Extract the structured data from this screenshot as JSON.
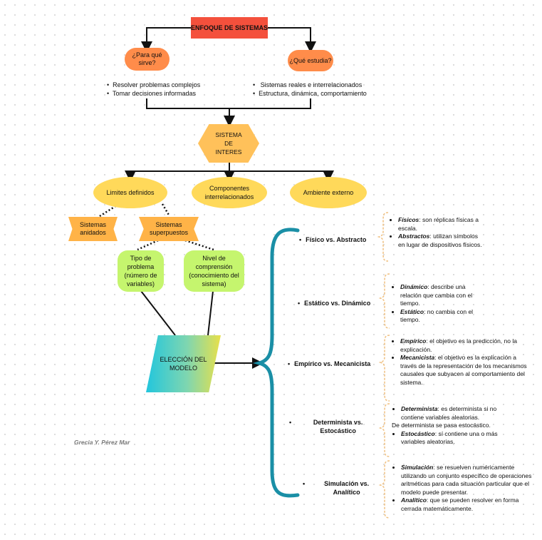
{
  "title": "ENFOQUE DE SISTEMAS",
  "left_question": "¿Para qué sirve?",
  "right_question": "¿Qué estudia?",
  "left_bullets": [
    "Resolver problemas complejos",
    "Tomar decisiones informadas"
  ],
  "right_bullets": [
    "Sistemas reales e interrelacionados",
    "Estructura, dinámica, comportamiento"
  ],
  "center_hex": "SISTEMA\nDE\nINTERES",
  "ellipses": [
    "Limites definidos",
    "Componentes interrelacionados",
    "Ambiente externo"
  ],
  "ribbons": [
    "Sistemas anidados",
    "Sistemas superpuestos"
  ],
  "green_boxes": [
    "Tipo de problema (número de variables)",
    "Nivel de comprensión (conocimiento del sistema)"
  ],
  "model_box": "ELECCIÓN DEL MODELO",
  "author": "Grecia Y. Pérez Mar",
  "categories": [
    {
      "label": "Físico vs. Abstracto",
      "items": [
        {
          "term": "Físicos",
          "text": ": son réplicas físicas a escala."
        },
        {
          "term": "Abstractos",
          "text": ": utilizan símbolos en lugar de dispositivos físicos."
        }
      ]
    },
    {
      "label": "Estático vs. Dinámico",
      "items": [
        {
          "term": "Dinámico",
          "text": ": describe una relación que cambia con el tiempo."
        },
        {
          "term": "Estático",
          "text": ": no cambia con el tiempo."
        }
      ]
    },
    {
      "label": "Empírico vs. Mecanicista",
      "items": [
        {
          "term": "Empírico",
          "text": ": el objetivo es la predicción, no la explicación."
        },
        {
          "term": "Mecanicista",
          "text": ": el objetivo es la explicación a través de la representación de los mecanismos causales que subyacen al comportamiento del sistema."
        }
      ]
    },
    {
      "label": "Determinista vs. Estocástico",
      "items": [
        {
          "term": "Determinista",
          "text": ": es determinista si no contiene variables aleatorias."
        },
        {
          "term": "",
          "text": "De determinista se pasa estocástico."
        },
        {
          "term": "Estocástico",
          "text": ": sí contiene una o más variables aleatorias."
        }
      ]
    },
    {
      "label": "Simulación vs. Analítico",
      "items": [
        {
          "term": "Simulación",
          "text": ": se resuelven numéricamente utilizando un conjunto específico de operaciones aritméticas para cada situación particular que el modelo puede presentar."
        },
        {
          "term": "Analítico",
          "text": ": que se pueden resolver en forma cerrada matemáticamente."
        }
      ]
    }
  ],
  "colors": {
    "title": "#f4503c",
    "pill": "#ff8c4a",
    "hex": "#ffc15a",
    "ellipse": "#ffd95a",
    "ribbon": "#ffb347",
    "green": "#c5f56e",
    "brace": "#1a8fa6",
    "bracket": "#f0c080"
  }
}
